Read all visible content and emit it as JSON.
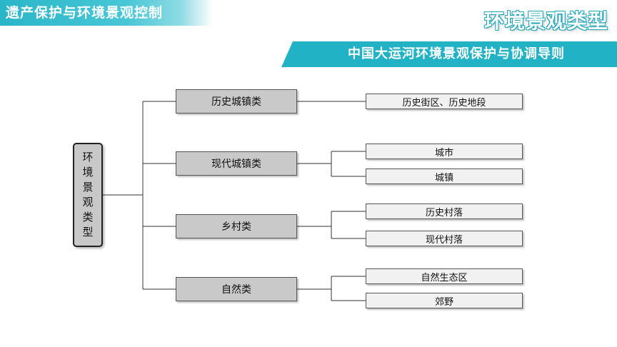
{
  "header": {
    "section_title": "遗产保护与环境景观控制",
    "slide_title": "环境景观类型",
    "subtitle": "中国大运河环境景观保护与协调导则"
  },
  "diagram": {
    "root": [
      "环",
      "境",
      "景",
      "观",
      "类",
      "型"
    ],
    "categories": [
      {
        "label": "历史城镇类",
        "children": [
          "历史街区、历史地段"
        ]
      },
      {
        "label": "现代城镇类",
        "children": [
          "城市",
          "城镇"
        ]
      },
      {
        "label": "乡村类",
        "children": [
          "历史村落",
          "现代村落"
        ]
      },
      {
        "label": "自然类",
        "children": [
          "自然生态区",
          "郊野"
        ]
      }
    ]
  },
  "colors": {
    "accent": "#21b2c5",
    "box_fill": "#c9c9c9",
    "leaf_fill": "#f1f1f1"
  }
}
